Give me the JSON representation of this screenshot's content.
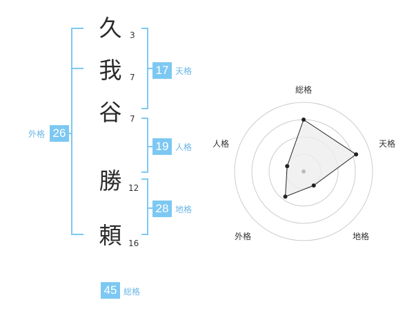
{
  "name": {
    "characters": [
      {
        "char": "久",
        "strokes": "3"
      },
      {
        "char": "我",
        "strokes": "7"
      },
      {
        "char": "谷",
        "strokes": "7"
      },
      {
        "char": "勝",
        "strokes": "12"
      },
      {
        "char": "頼",
        "strokes": "16"
      }
    ]
  },
  "fortune": {
    "tenkaku": {
      "value": "17",
      "label": "天格"
    },
    "jinkaku": {
      "value": "19",
      "label": "人格"
    },
    "chikaku": {
      "value": "28",
      "label": "地格"
    },
    "gaikaku": {
      "value": "26",
      "label": "外格"
    },
    "soukaku": {
      "value": "45",
      "label": "総格"
    }
  },
  "chart_data": {
    "type": "radar",
    "axes": [
      "総格",
      "天格",
      "地格",
      "外格",
      "人格"
    ],
    "values": [
      0.75,
      0.8,
      0.25,
      0.45,
      0.25
    ],
    "max": 1,
    "rings": 4,
    "colors": {
      "fill": "#eeeeee",
      "line": "#222222",
      "grid": "#cccccc",
      "center": "#bbbbbb"
    }
  },
  "colors": {
    "accent": "#7cc8f2",
    "label": "#6ab7e6"
  }
}
